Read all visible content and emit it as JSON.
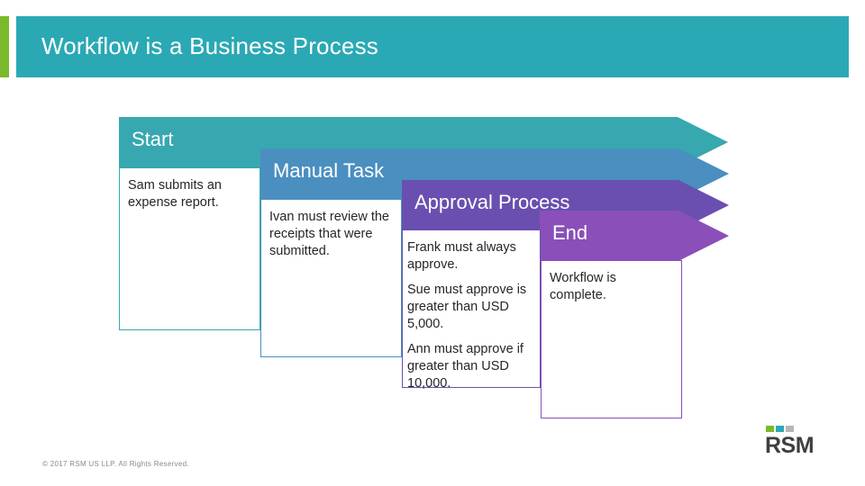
{
  "slide": {
    "title": "Workflow is a Business Process",
    "copyright": "© 2017 RSM US LLP. All Rights Reserved.",
    "colors": {
      "title_bar": "#2aa9b5",
      "title_accent": "#7ab929",
      "start": "#37a8b0",
      "manual": "#4a8fc0",
      "approval": "#6a4fb0",
      "end": "#8a4fb8"
    }
  },
  "stages": [
    {
      "label": "Start",
      "lines": [
        "Sam submits an expense report."
      ]
    },
    {
      "label": "Manual Task",
      "lines": [
        "Ivan must review the receipts that were submitted."
      ]
    },
    {
      "label": "Approval Process",
      "lines": [
        "Frank must always approve.",
        "Sue must approve is greater than USD 5,000.",
        "Ann must approve if greater than USD 10,000."
      ]
    },
    {
      "label": "End",
      "lines": [
        "Workflow is complete."
      ]
    }
  ],
  "logo": {
    "text": "RSM",
    "squares": [
      "green-square",
      "teal-square",
      "gray-square"
    ]
  }
}
